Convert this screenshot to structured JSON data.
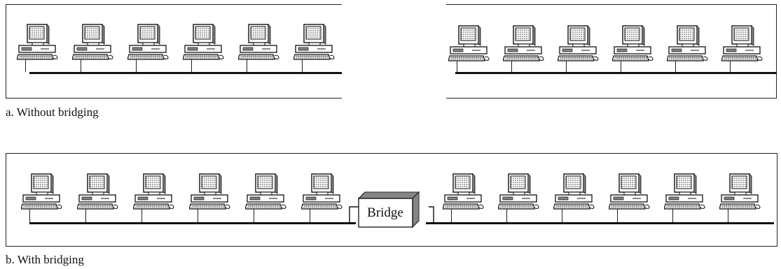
{
  "figure": {
    "panel_a": {
      "caption": "a. Without bridging",
      "lan_left_computers": 6,
      "lan_right_computers": 6
    },
    "panel_b": {
      "caption": "b. With bridging",
      "left_computers": 6,
      "right_computers": 6,
      "bridge_label": "Bridge"
    }
  },
  "icons": {
    "computer": "desktop-computer-icon",
    "bridge": "bridge-box-icon"
  },
  "colors": {
    "line": "#111111",
    "background": "#ffffff"
  }
}
